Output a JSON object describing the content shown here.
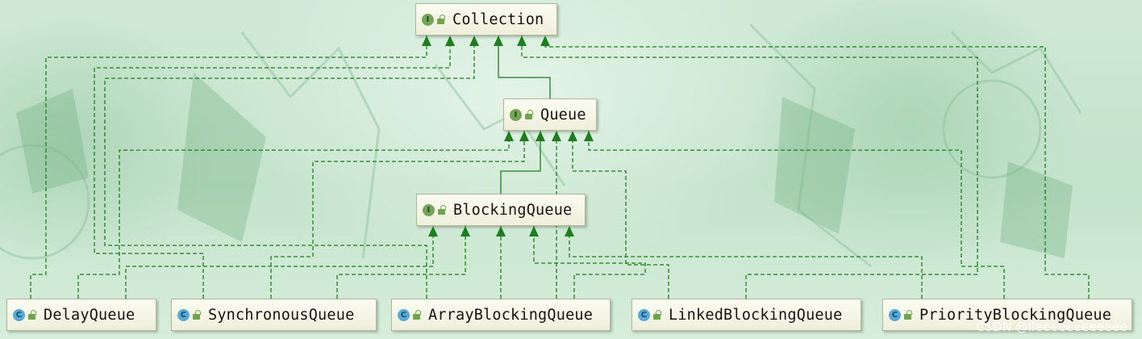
{
  "diagram": {
    "nodes": [
      {
        "id": "collection",
        "name": "Collection",
        "kind": "I"
      },
      {
        "id": "queue",
        "name": "Queue",
        "kind": "I"
      },
      {
        "id": "blockingqueue",
        "name": "BlockingQueue",
        "kind": "I"
      },
      {
        "id": "delayqueue",
        "name": "DelayQueue",
        "kind": "C"
      },
      {
        "id": "synchronousqueue",
        "name": "SynchronousQueue",
        "kind": "C"
      },
      {
        "id": "arrayblockingqueue",
        "name": "ArrayBlockingQueue",
        "kind": "C"
      },
      {
        "id": "linkedblockingqueue",
        "name": "LinkedBlockingQueue",
        "kind": "C"
      },
      {
        "id": "priorityblockingqueue",
        "name": "PriorityBlockingQueue",
        "kind": "C"
      }
    ],
    "edges": [
      {
        "from": "queue",
        "to": "collection",
        "relation": "extends"
      },
      {
        "from": "blockingqueue",
        "to": "queue",
        "relation": "extends"
      },
      {
        "from": "delayqueue",
        "to": "collection",
        "relation": "implements"
      },
      {
        "from": "delayqueue",
        "to": "queue",
        "relation": "implements"
      },
      {
        "from": "delayqueue",
        "to": "blockingqueue",
        "relation": "implements"
      },
      {
        "from": "synchronousqueue",
        "to": "collection",
        "relation": "implements"
      },
      {
        "from": "synchronousqueue",
        "to": "queue",
        "relation": "implements"
      },
      {
        "from": "synchronousqueue",
        "to": "blockingqueue",
        "relation": "implements"
      },
      {
        "from": "arrayblockingqueue",
        "to": "collection",
        "relation": "implements"
      },
      {
        "from": "arrayblockingqueue",
        "to": "queue",
        "relation": "implements"
      },
      {
        "from": "arrayblockingqueue",
        "to": "blockingqueue",
        "relation": "implements"
      },
      {
        "from": "linkedblockingqueue",
        "to": "collection",
        "relation": "implements"
      },
      {
        "from": "linkedblockingqueue",
        "to": "queue",
        "relation": "implements"
      },
      {
        "from": "linkedblockingqueue",
        "to": "blockingqueue",
        "relation": "implements"
      },
      {
        "from": "priorityblockingqueue",
        "to": "collection",
        "relation": "implements"
      },
      {
        "from": "priorityblockingqueue",
        "to": "queue",
        "relation": "implements"
      },
      {
        "from": "priorityblockingqueue",
        "to": "blockingqueue",
        "relation": "implements"
      }
    ],
    "edge_color": "#1e7d1e"
  },
  "legend": {
    "interface_badge": "I",
    "class_badge": "C",
    "lock_icon": "lock-icon"
  },
  "watermark": "CSDN @lleeeeeeeeeeee"
}
